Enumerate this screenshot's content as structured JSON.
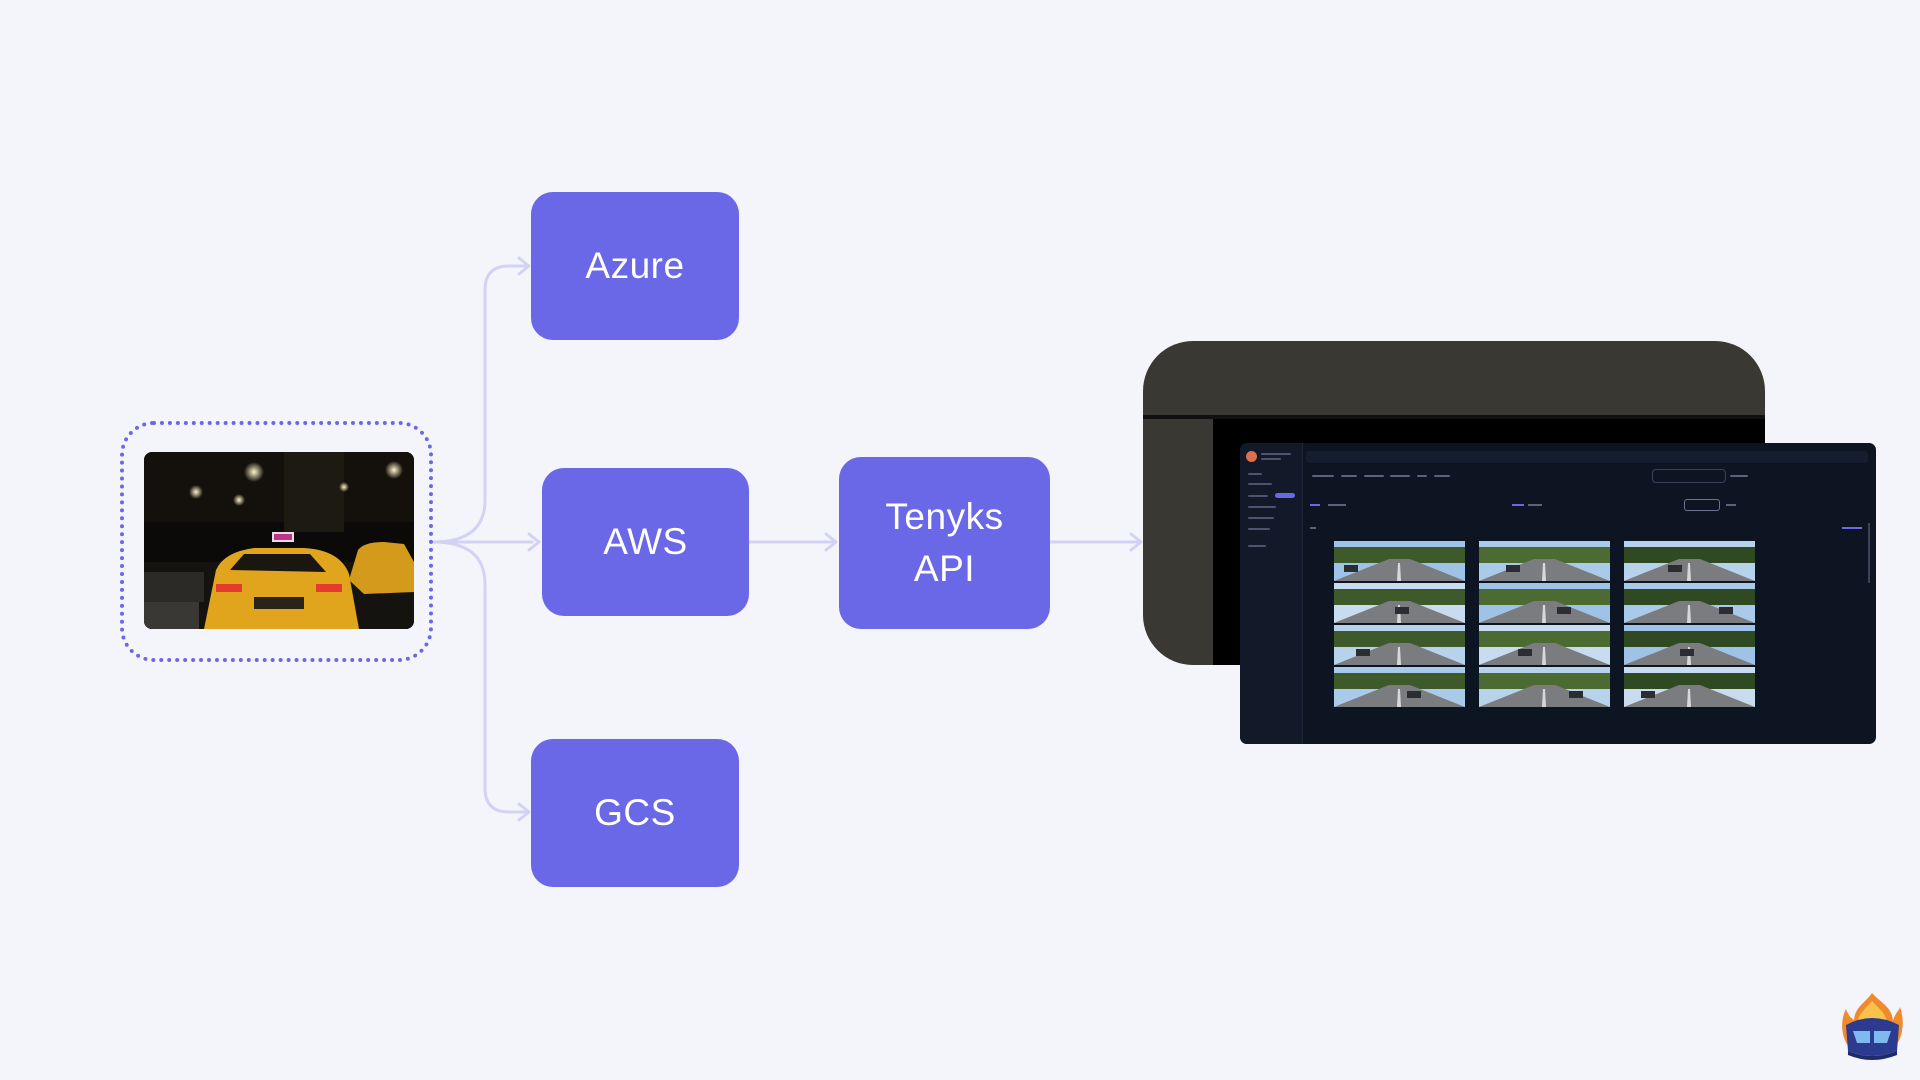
{
  "diagram": {
    "nodes": {
      "azure": "Azure",
      "aws": "AWS",
      "gcs": "GCS",
      "api": "Tenyks\nAPI"
    }
  },
  "colors": {
    "background": "#f4f5fa",
    "node_fill": "#6b68e7",
    "node_text": "#ffffff",
    "connector": "#d4d2f4",
    "source_border": "#6b68e7",
    "monitor_frame": "#393832",
    "app_background": "#0d1422"
  },
  "icons": {
    "source_image": "night-taxi-photo",
    "logo": "flame-helmet-logo"
  }
}
